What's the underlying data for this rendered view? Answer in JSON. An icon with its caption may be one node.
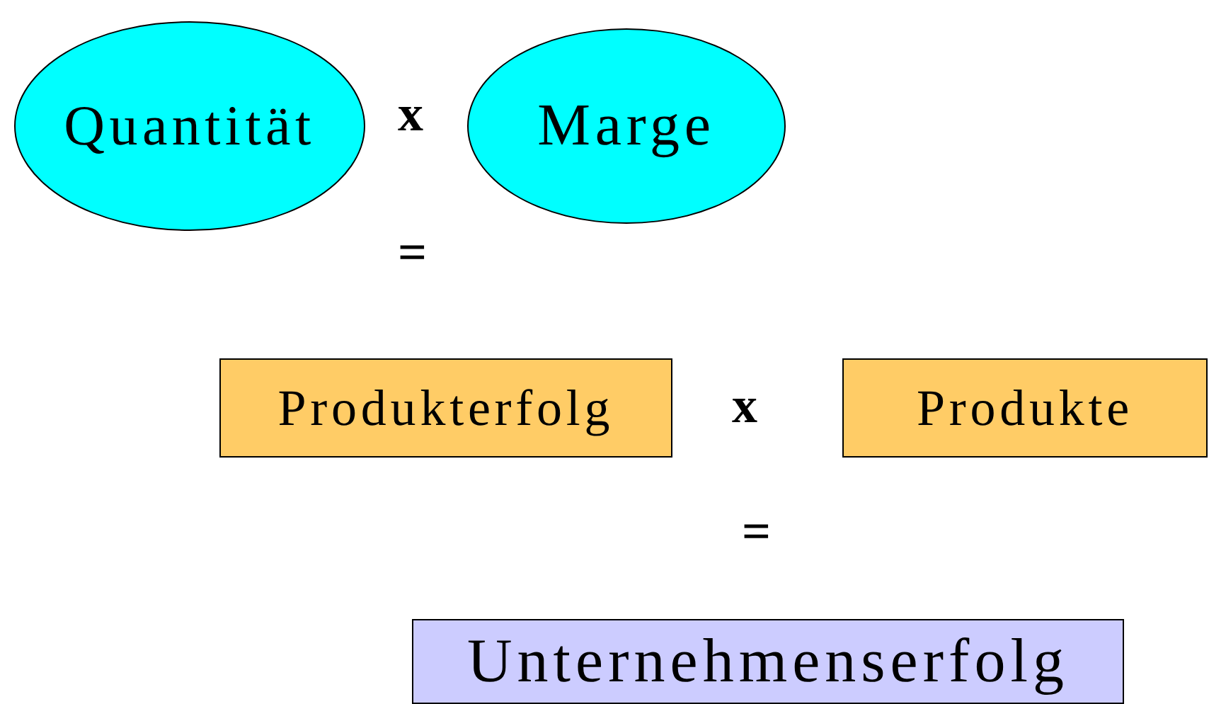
{
  "diagram": {
    "nodes": [
      {
        "text": [
          "Quantität"
        ]
      },
      {
        "text": [
          "Marge"
        ]
      },
      {
        "text": [
          "Produkterfolg"
        ]
      },
      {
        "text": [
          "Produkte"
        ]
      },
      {
        "text": [
          "Unternehmenserfolg"
        ]
      }
    ],
    "labels": [
      "x",
      "=",
      "x",
      "="
    ]
  }
}
